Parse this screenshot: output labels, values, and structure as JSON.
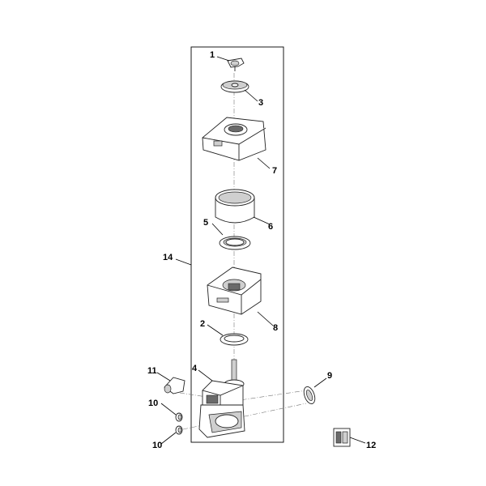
{
  "callouts": [
    {
      "id": "1",
      "label": "1"
    },
    {
      "id": "3",
      "label": "3"
    },
    {
      "id": "7",
      "label": "7"
    },
    {
      "id": "6",
      "label": "6"
    },
    {
      "id": "5",
      "label": "5"
    },
    {
      "id": "14",
      "label": "14"
    },
    {
      "id": "2",
      "label": "2"
    },
    {
      "id": "8",
      "label": "8"
    },
    {
      "id": "4",
      "label": "4"
    },
    {
      "id": "11",
      "label": "11"
    },
    {
      "id": "9",
      "label": "9"
    },
    {
      "id": "10a",
      "label": "10"
    },
    {
      "id": "10b",
      "label": "10"
    },
    {
      "id": "12",
      "label": "12"
    }
  ],
  "image_id": "ET_ILL_59656",
  "image_id_sub": "AE"
}
